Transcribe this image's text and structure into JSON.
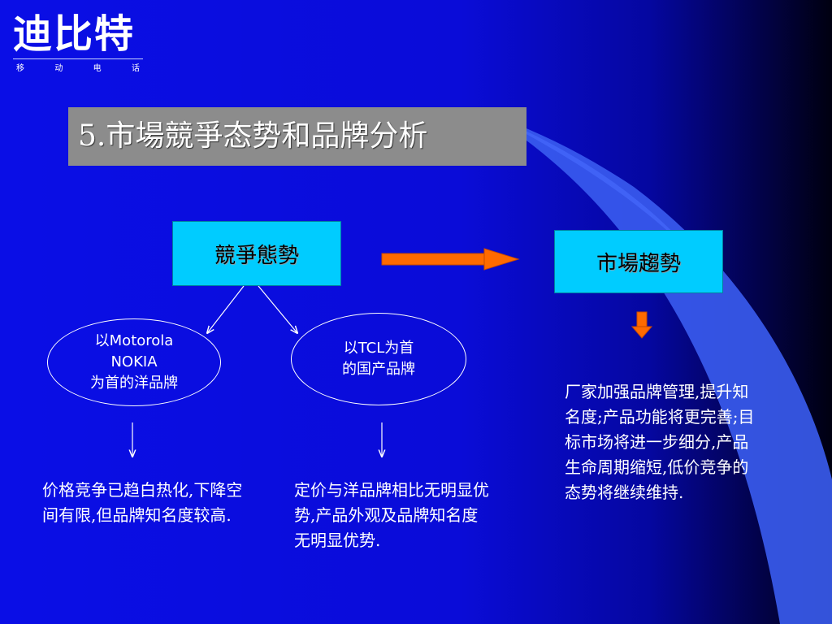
{
  "logo": {
    "title": "迪比特",
    "subtitle": [
      "移",
      "动",
      "电",
      "话"
    ]
  },
  "slide": {
    "title": "5.市場競爭态势和品牌分析"
  },
  "boxes": {
    "competition": "競爭態勢",
    "trend": "市場趨勢"
  },
  "ellipses": {
    "foreign": [
      "以Motorola",
      "NOKIA",
      "为首的洋品牌"
    ],
    "domestic": [
      "以TCL为首",
      "的国产品牌"
    ]
  },
  "texts": {
    "foreign": "价格竞争已趋白热化,下降空间有限,但品牌知名度较高.",
    "domestic": "定价与洋品牌相比无明显优势,产品外观及品牌知名度无明显优势.",
    "trend": "厂家加强品牌管理,提升知名度;产品功能将更完善;目标市场将进一步细分,产品生命周期缩短,低价竞争的态势将继续维持."
  },
  "colors": {
    "background": "#0a0ee6",
    "box_fill": "#00ccff",
    "title_fill": "#8c8c8c",
    "arrow_orange": "#ff6a00",
    "swoosh": "#3a5cf0"
  },
  "icons": {
    "right_arrow": "block-arrow-right",
    "down_arrow": "block-arrow-down"
  }
}
